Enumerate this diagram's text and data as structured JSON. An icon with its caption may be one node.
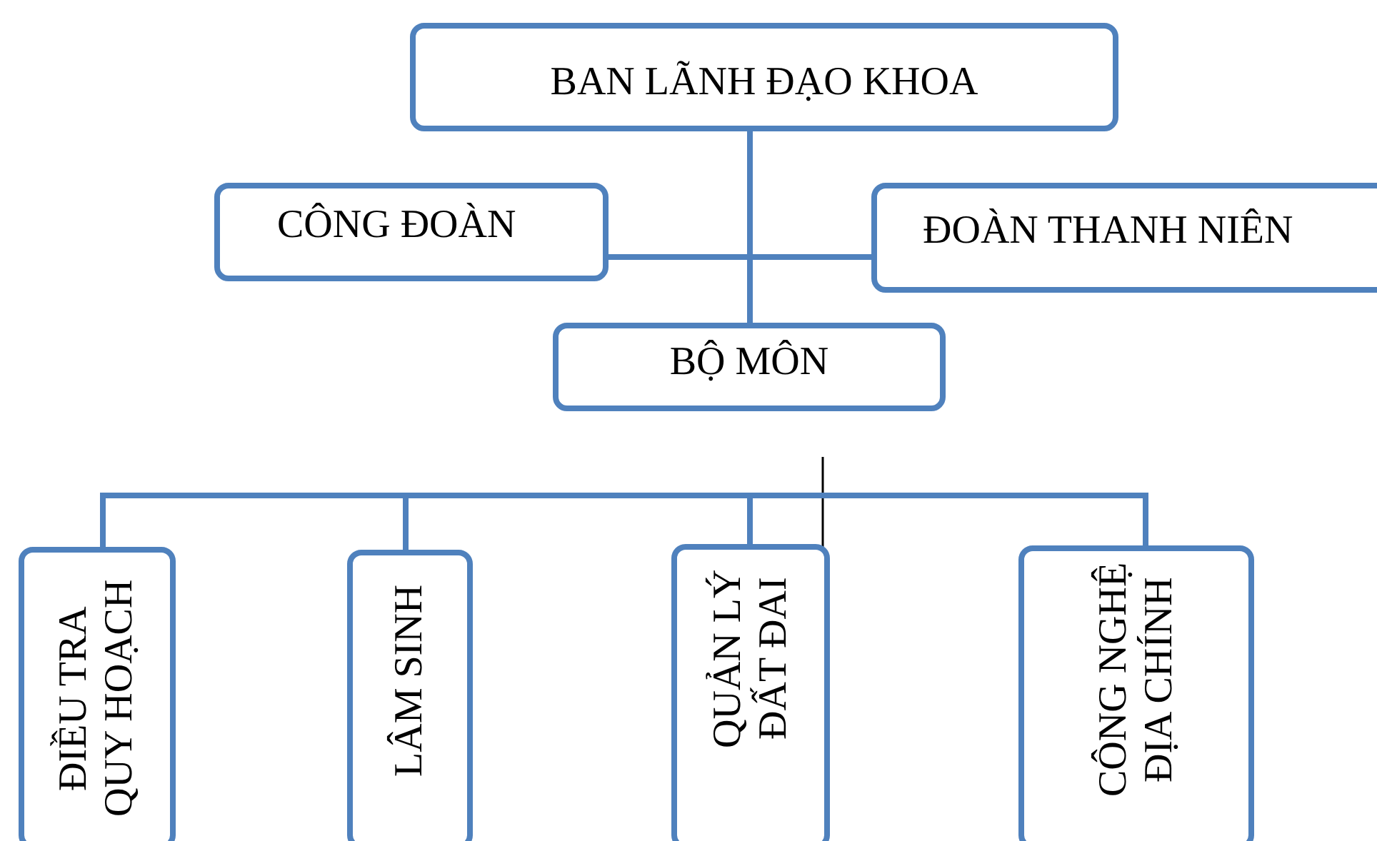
{
  "diagram": {
    "nodes": [
      {
        "text": [
          "BAN LÃNH ĐẠO KHOA"
        ]
      },
      {
        "text": [
          "CÔNG ĐOÀN"
        ]
      },
      {
        "text": [
          "ĐOÀN THANH NIÊN"
        ]
      },
      {
        "text": [
          "BỘ MÔN"
        ]
      },
      {
        "text": [
          "ĐIỀU TRA QUY HOẠCH"
        ]
      },
      {
        "text": [
          "LÂM SINH"
        ]
      },
      {
        "text": [
          "QUẢN LÝ ĐẤT ĐAI"
        ]
      },
      {
        "text": [
          "CÔNG NGHỆ ĐỊA CHÍNH"
        ]
      }
    ],
    "edges": [
      {
        "from": 0,
        "to": 3,
        "arrow": "none"
      },
      {
        "from": 1,
        "to": 2,
        "arrow": "none"
      },
      {
        "from": null,
        "to": 4,
        "arrow": "none"
      },
      {
        "from": null,
        "to": 5,
        "arrow": "none"
      },
      {
        "from": null,
        "to": 6,
        "arrow": "none"
      },
      {
        "from": null,
        "to": 7,
        "arrow": "none"
      }
    ]
  }
}
